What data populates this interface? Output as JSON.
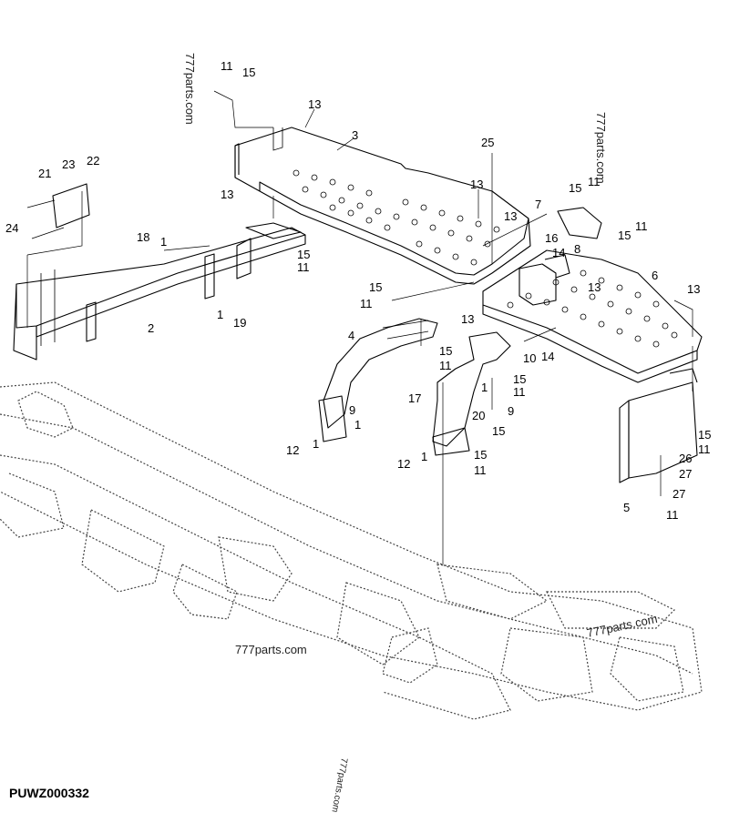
{
  "diagram": {
    "reference_code": "PUWZ000332",
    "watermarks": [
      "777parts.com",
      "777parts.com",
      "777parts.com",
      "777parts.com"
    ],
    "callouts": [
      "11",
      "15",
      "13",
      "3",
      "25",
      "21",
      "23",
      "22",
      "13",
      "13",
      "13",
      "7",
      "15",
      "11",
      "24",
      "11",
      "15",
      "18",
      "1",
      "16",
      "14",
      "8",
      "6",
      "15",
      "11",
      "15",
      "11",
      "13",
      "13",
      "2",
      "1",
      "19",
      "13",
      "4",
      "15",
      "11",
      "10",
      "14",
      "15",
      "11",
      "17",
      "1",
      "9",
      "1",
      "20",
      "9",
      "15",
      "12",
      "1",
      "12",
      "1",
      "15",
      "11",
      "15",
      "26",
      "11",
      "27",
      "5",
      "27",
      "11"
    ]
  }
}
